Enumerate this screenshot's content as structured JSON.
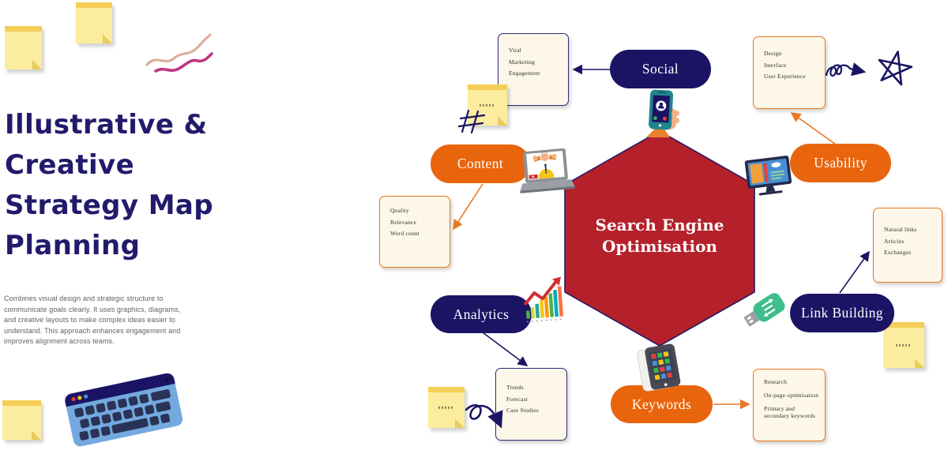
{
  "left_panel": {
    "title_lines": [
      "Illustrative &",
      "Creative",
      "Strategy Map",
      "Planning"
    ],
    "description": "Combines visual design and strategic structure to communicate goals clearly. It uses graphics, diagrams, and creative layouts to make complex ideas easier to understand. This approach enhances engagement and improves alignment across teams."
  },
  "map": {
    "center_label": "Search Engine Optimisation",
    "nodes": [
      {
        "label": "Social",
        "accent": "navy",
        "notes": [
          "Viral",
          "Marketing",
          "Engagement"
        ]
      },
      {
        "label": "Usability",
        "accent": "orange",
        "notes": [
          "Design",
          "Interface",
          "User Experience"
        ]
      },
      {
        "label": "Link Building",
        "accent": "navy",
        "notes": [
          "Natural links",
          "Articles",
          "Exchanges"
        ]
      },
      {
        "label": "Keywords",
        "accent": "orange",
        "notes": [
          "Research",
          "On-page optimisation",
          "Primary and secondary keywords"
        ]
      },
      {
        "label": "Analytics",
        "accent": "navy",
        "notes": [
          "Trends",
          "Forecast",
          "Case Studies"
        ]
      },
      {
        "label": "Content",
        "accent": "orange",
        "notes": [
          "Quality",
          "Relevance",
          "Word count"
        ]
      }
    ]
  },
  "colors": {
    "navy": "#1b1464",
    "orange": "#e8650d",
    "hexagon_red": "#b5212b",
    "card_cream": "#fcf7e8",
    "title_navy": "#221a6b",
    "sticky_yellow": "#fbec9e",
    "sticky_strip": "#f5ce57",
    "keyboard_blue": "#74a9df"
  }
}
